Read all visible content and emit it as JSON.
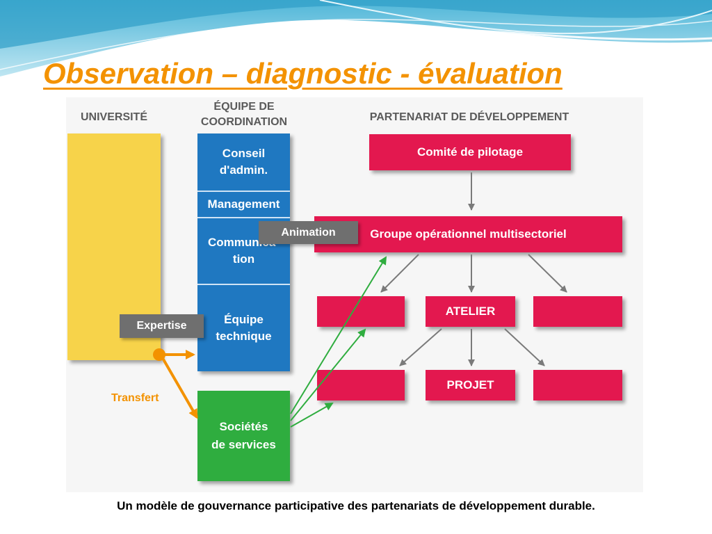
{
  "title": "Observation – diagnostic - évaluation",
  "headers": {
    "universite": "UNIVERSITÉ",
    "equipe": "ÉQUIPE DE\nCOORDINATION",
    "partenariat": "PARTENARIAT DE DÉVELOPPEMENT"
  },
  "coordination": [
    "Conseil\nd'admin.",
    "Management",
    "Communica-\ntion",
    "Équipe\ntechnique"
  ],
  "societes": "Sociétés\nde services",
  "labels": {
    "animation": "Animation",
    "expertise": "Expertise",
    "transfert": "Transfert"
  },
  "partenariat": {
    "comite": "Comité de pilotage",
    "groupe": "Groupe opérationnel multisectoriel",
    "atelier": "ATELIER",
    "projet": "PROJET"
  },
  "caption": "Un modèle de gouvernance participative des partenariats de développement durable.",
  "colors": {
    "title": "#f39200",
    "universite": "#f7d34a",
    "coordination": "#1f78c1",
    "partenariat": "#e3184f",
    "societes": "#2fad3f",
    "tags": "#6f6f6f",
    "transfert_arrow": "#f39200",
    "green_arrow": "#2fad3f"
  }
}
